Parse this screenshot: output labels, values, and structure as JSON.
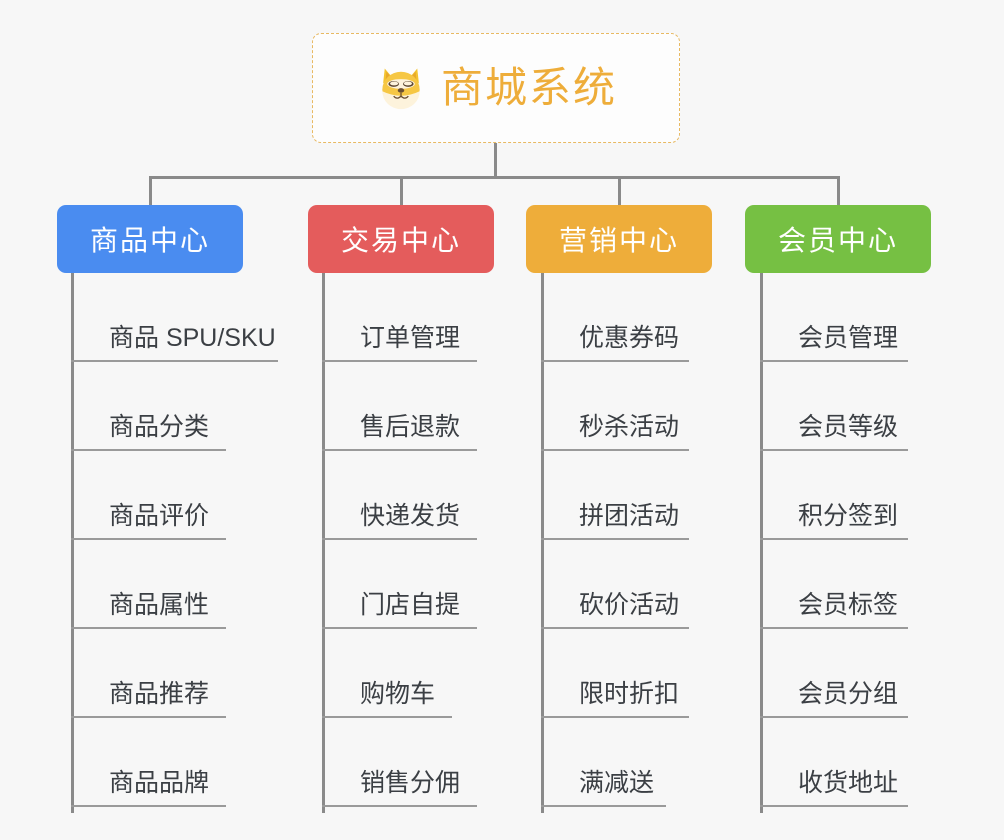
{
  "page": {
    "background_color": "#f7f7f7",
    "connector_color": "#8a8a8a",
    "leaf_text_color": "#3b3f44"
  },
  "root": {
    "title": "商城系统",
    "icon": "shiba-inu-icon",
    "text_color": "#eead3a",
    "border_color": "#e8b962",
    "background_color": "#fdfdfd"
  },
  "branches": [
    {
      "label": "商品中心",
      "color": "#4a8cf0",
      "items": [
        "商品 SPU/SKU",
        "商品分类",
        "商品评价",
        "商品属性",
        "商品推荐",
        "商品品牌"
      ]
    },
    {
      "label": "交易中心",
      "color": "#e45c5c",
      "items": [
        "订单管理",
        "售后退款",
        "快递发货",
        "门店自提",
        "购物车",
        "销售分佣"
      ]
    },
    {
      "label": "营销中心",
      "color": "#eead3a",
      "items": [
        "优惠券码",
        "秒杀活动",
        "拼团活动",
        "砍价活动",
        "限时折扣",
        "满减送"
      ]
    },
    {
      "label": "会员中心",
      "color": "#76c043",
      "items": [
        "会员管理",
        "会员等级",
        "积分签到",
        "会员标签",
        "会员分组",
        "收货地址"
      ]
    }
  ]
}
